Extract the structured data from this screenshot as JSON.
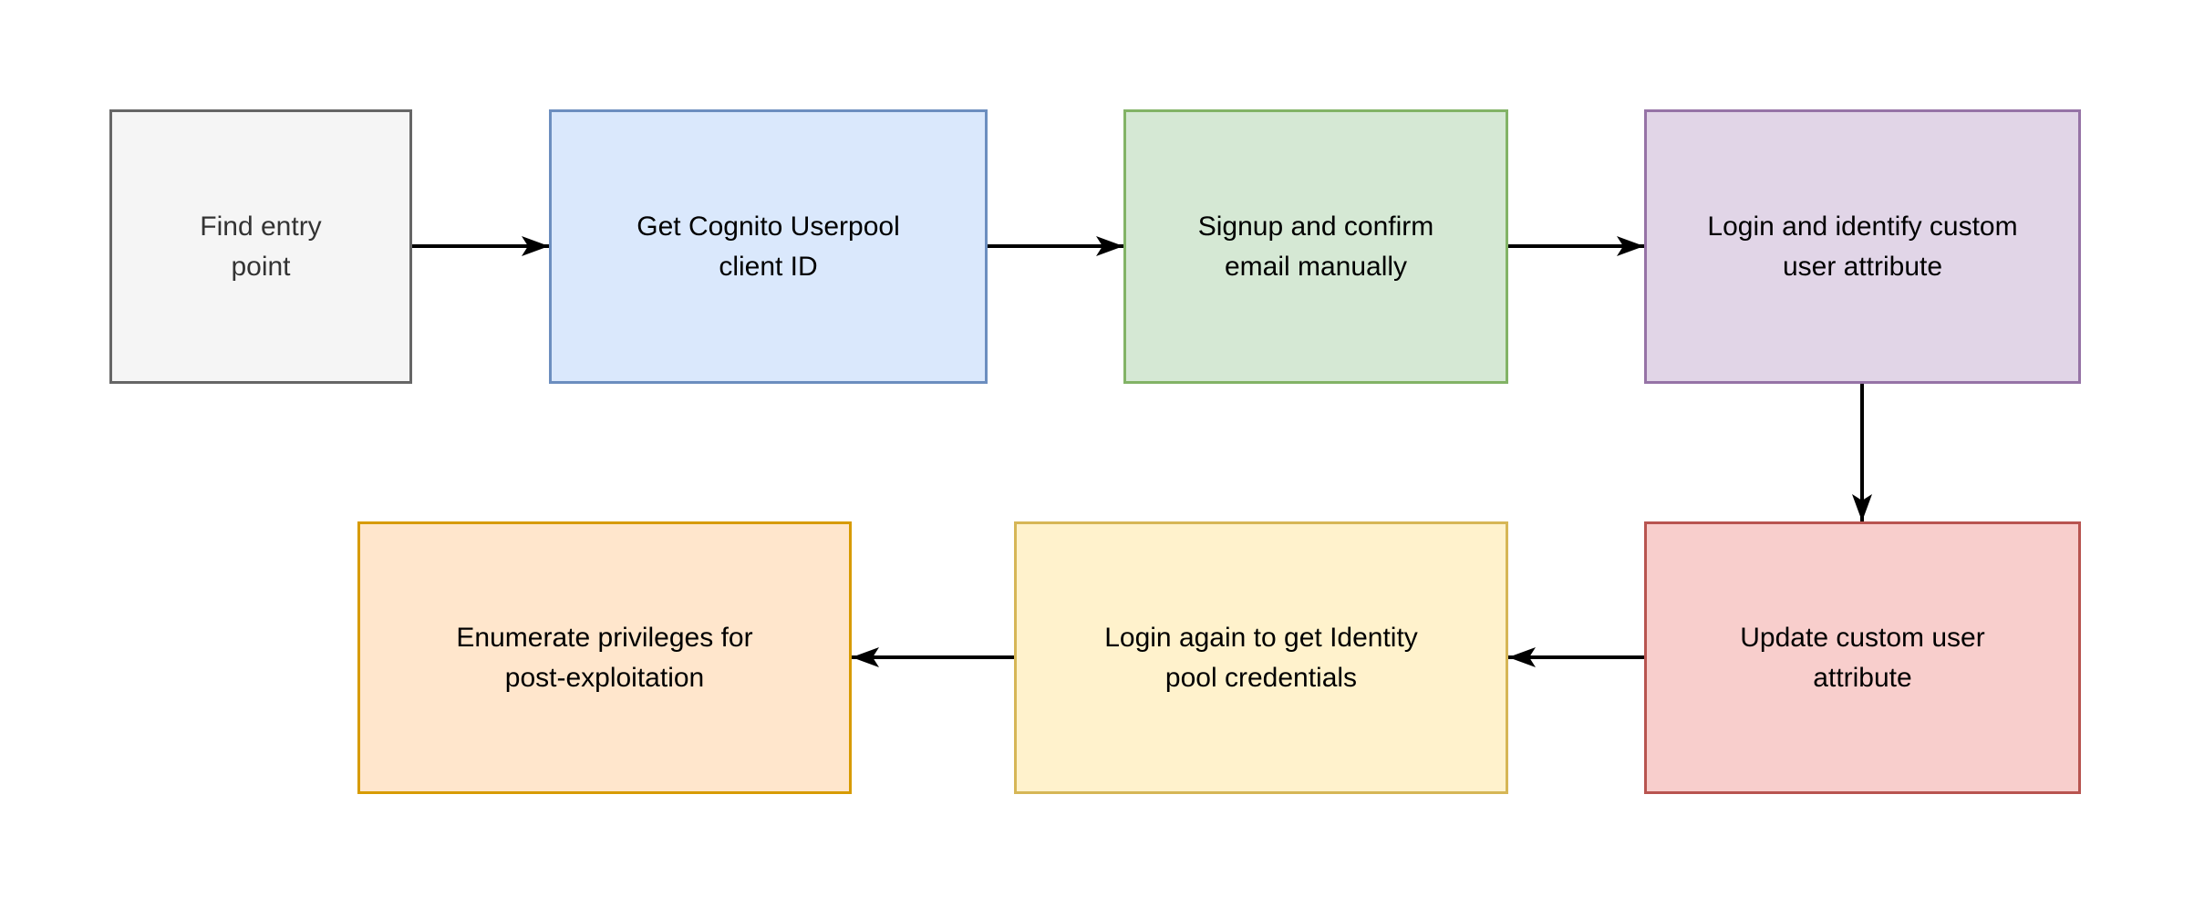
{
  "diagram": {
    "background_color": "#ffffff",
    "arrow_color": "#000000",
    "nodes": [
      {
        "id": "find-entry-point",
        "label": "Find entry\npoint",
        "fill": "#f5f5f5",
        "stroke": "#666666",
        "text_color": "#333333"
      },
      {
        "id": "get-cognito-userpool-client-id",
        "label": "Get Cognito Userpool\nclient ID",
        "fill": "#dae8fc",
        "stroke": "#6c8ebf",
        "text_color": "#000000"
      },
      {
        "id": "signup-and-confirm-email",
        "label": "Signup and confirm\nemail manually",
        "fill": "#d5e8d4",
        "stroke": "#82b366",
        "text_color": "#000000"
      },
      {
        "id": "login-and-identify-custom-attribute",
        "label": "Login and identify custom\nuser attribute",
        "fill": "#e1d5e7",
        "stroke": "#9673a6",
        "text_color": "#000000"
      },
      {
        "id": "update-custom-user-attribute",
        "label": "Update custom user\nattribute",
        "fill": "#f8cecc",
        "stroke": "#b85450",
        "text_color": "#000000"
      },
      {
        "id": "login-again-identity-pool",
        "label": "Login again to get Identity\npool credentials",
        "fill": "#fff2cc",
        "stroke": "#d6b656",
        "text_color": "#000000"
      },
      {
        "id": "enumerate-privileges",
        "label": "Enumerate privileges for\npost-exploitation",
        "fill": "#ffe6cc",
        "stroke": "#d79b00",
        "text_color": "#000000"
      }
    ],
    "edges": [
      {
        "from": "find-entry-point",
        "to": "get-cognito-userpool-client-id"
      },
      {
        "from": "get-cognito-userpool-client-id",
        "to": "signup-and-confirm-email"
      },
      {
        "from": "signup-and-confirm-email",
        "to": "login-and-identify-custom-attribute"
      },
      {
        "from": "login-and-identify-custom-attribute",
        "to": "update-custom-user-attribute"
      },
      {
        "from": "update-custom-user-attribute",
        "to": "login-again-identity-pool"
      },
      {
        "from": "login-again-identity-pool",
        "to": "enumerate-privileges"
      }
    ]
  }
}
